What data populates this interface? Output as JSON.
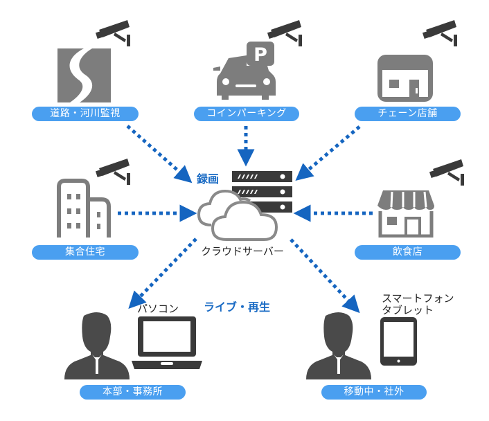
{
  "colors": {
    "pill": "#4a9ff0",
    "arrow": "#1565c0",
    "icon_gray": "#7d7d7d",
    "icon_dark": "#3a3a3a",
    "accent_text": "#1a6bc4"
  },
  "center": {
    "record_label": "録画",
    "server_label": "クラウドサーバー",
    "live_label": "ライブ・再生",
    "icons": [
      "server-rack-icon",
      "cloud-icon"
    ]
  },
  "sources": [
    {
      "label": "道路・河川監視",
      "icon": "road-icon",
      "camera": true
    },
    {
      "label": "コインパーキング",
      "icon": "car-parking-icon",
      "camera": true
    },
    {
      "label": "チェーン店舗",
      "icon": "chain-store-icon",
      "camera": true
    },
    {
      "label": "集合住宅",
      "icon": "apartment-building-icon",
      "camera": true
    },
    {
      "label": "飲食店",
      "icon": "restaurant-storefront-icon",
      "camera": true
    }
  ],
  "viewers": [
    {
      "label": "本部・事務所",
      "device_label": "パソコン",
      "icons": [
        "person-icon",
        "laptop-icon"
      ]
    },
    {
      "label": "移動中・社外",
      "device_label_line1": "スマートフォン",
      "device_label_line2": "タブレット",
      "icons": [
        "person-icon",
        "tablet-icon"
      ]
    }
  ]
}
